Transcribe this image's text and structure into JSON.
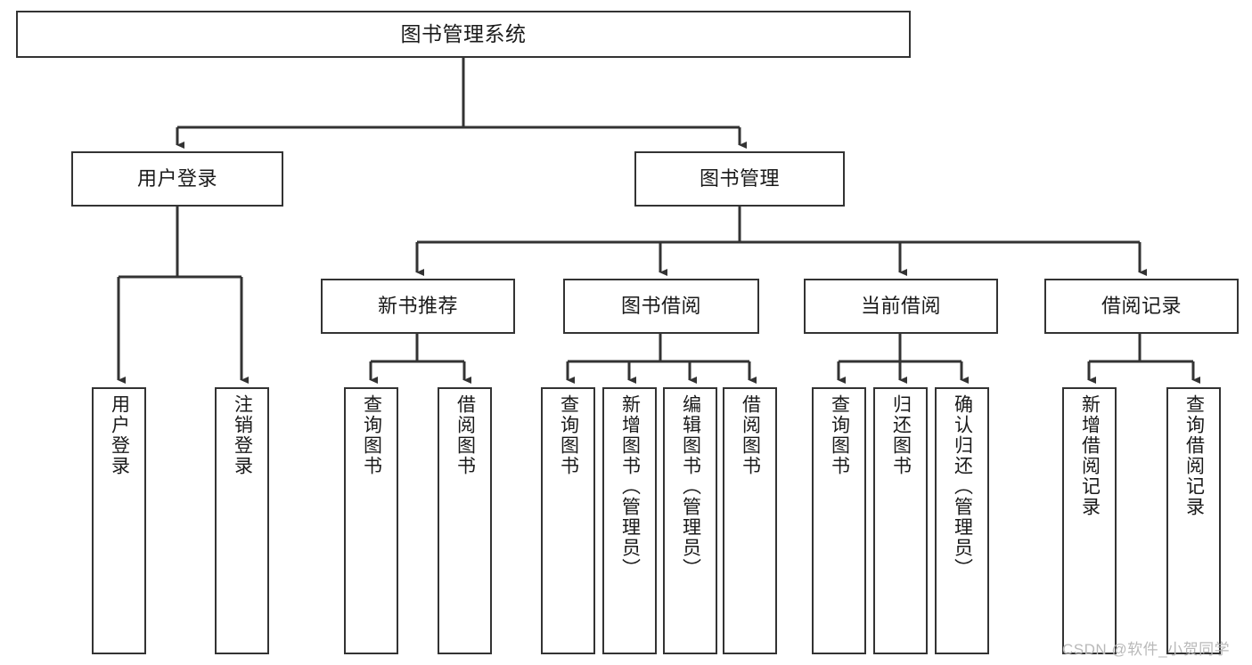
{
  "diagram": {
    "title": "图书管理系统",
    "watermark": "CSDN @软件_小贺同学",
    "colors": {
      "stroke": "#333333",
      "box_fill": "#ffffff",
      "text": "#1a1a1a",
      "watermark": "#b9b9b9",
      "background": "#ffffff"
    },
    "nodes": {
      "root": {
        "label": "图书管理系统"
      },
      "level2": {
        "user_login": {
          "label": "用户登录"
        },
        "book_manage": {
          "label": "图书管理"
        }
      },
      "level3": {
        "new_book_recommend": {
          "label": "新书推荐"
        },
        "book_borrow": {
          "label": "图书借阅"
        },
        "current_borrow": {
          "label": "当前借阅"
        },
        "borrow_record": {
          "label": "借阅记录"
        }
      },
      "leaves": {
        "user_login_children": [
          {
            "label": "用户登录"
          },
          {
            "label": "注销登录"
          }
        ],
        "new_book_recommend_children": [
          {
            "label": "查询图书"
          },
          {
            "label": "借阅图书"
          }
        ],
        "book_borrow_children": [
          {
            "label": "查询图书"
          },
          {
            "label": "新增图书（管理员）"
          },
          {
            "label": "编辑图书（管理员）"
          },
          {
            "label": "借阅图书"
          }
        ],
        "current_borrow_children": [
          {
            "label": "查询图书"
          },
          {
            "label": "归还图书"
          },
          {
            "label": "确认归还（管理员）"
          }
        ],
        "borrow_record_children": [
          {
            "label": "新增借阅记录"
          },
          {
            "label": "查询借阅记录"
          }
        ]
      }
    }
  }
}
